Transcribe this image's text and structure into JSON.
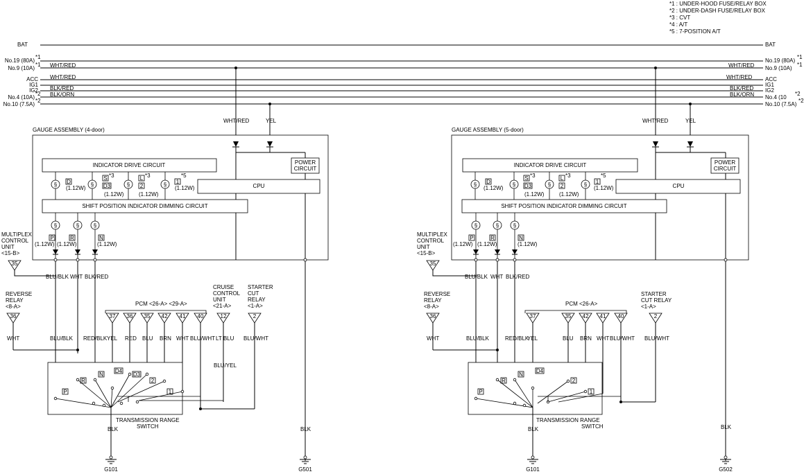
{
  "notes": [
    "*1 : UNDER-HOOD FUSE/RELAY BOX",
    "*2 : UNDER-DASH FUSE/RELAY BOX",
    "*3 : CVT",
    "*4 : A/T",
    "*5 : 7-POSITION A/T"
  ],
  "buses": {
    "bat": "BAT",
    "no19": "No.19 (80A)",
    "no9": "No.9 (10A)",
    "acc": "ACC",
    "ig1": "IG1",
    "ig2": "IG2",
    "no4_left": "No.4 (10A)",
    "no4_right": "No.4 (10",
    "no10": "No.10 (7.5A)",
    "star1": "*1",
    "star2": "*2"
  },
  "wires": {
    "wht_red": "WHT/RED",
    "blk_red": "BLK/RED",
    "blk_orn": "BLK/ORN",
    "yel": "YEL",
    "blu_blk": "BLU/BLK",
    "wht": "WHT",
    "red_blk": "RED/BLK",
    "red": "RED",
    "blu": "BLU",
    "brn": "BRN",
    "blu_wht": "BLU/WHT",
    "lt_blu": "LT BLU",
    "blu_yel": "BLU/YEL",
    "blk": "BLK"
  },
  "labels": {
    "gauge_4door": "GAUGE ASSEMBLY (4-door)",
    "gauge_5door": "GAUGE ASSEMBLY (5-door)",
    "indicator_drive": "INDICATOR DRIVE CIRCUIT",
    "power_circuit_l1": "POWER",
    "power_circuit_l2": "CIRCUIT",
    "cpu": "CPU",
    "dimming": "SHIFT POSITION INDICATOR DIMMING CIRCUIT",
    "mux_l1": "MULTIPLEX",
    "mux_l2": "CONTROL",
    "mux_l3": "UNIT",
    "mux_l4": "<15-B>",
    "rev_l1": "REVERSE",
    "rev_l2": "RELAY",
    "rev_l3": "<8-A>",
    "pcm_4door": "PCM <26-A> <29-A>",
    "pcm_5door": "PCM <26-A>",
    "cruise_l1": "CRUISE",
    "cruise_l2": "CONTROL",
    "cruise_l3": "UNIT",
    "cruise_l4": "<21-A>",
    "starter_l1": "STARTER",
    "starter_l2": "CUT",
    "starter_l3": "RELAY",
    "starter_l4": "<1-A>",
    "starter5_l1": "STARTER",
    "starter5_l2": "CUT RELAY",
    "starter5_l3": "<1-A>",
    "trs_l1": "TRANSMISSION RANGE",
    "trs_l2": "SWITCH",
    "g101": "G101",
    "g501": "G501",
    "g502": "G502",
    "watt": "(1.12W)",
    "sup3": "*3",
    "sup5": "*5"
  },
  "positions": {
    "D": "D",
    "S": "S",
    "D3": "D3",
    "L": "L",
    "two": "2",
    "one": "1",
    "P": "P",
    "R": "R",
    "N": "N",
    "D4": "D4"
  },
  "pins": {
    "mux": "35",
    "rev": "36",
    "pcm_yel": "37",
    "pcm_red": "36",
    "pcm_blu": "35",
    "pcm_brn": "42",
    "pcm_wht": "41",
    "pcm_bluwht": "40",
    "cruise": "12",
    "starter": "2"
  }
}
